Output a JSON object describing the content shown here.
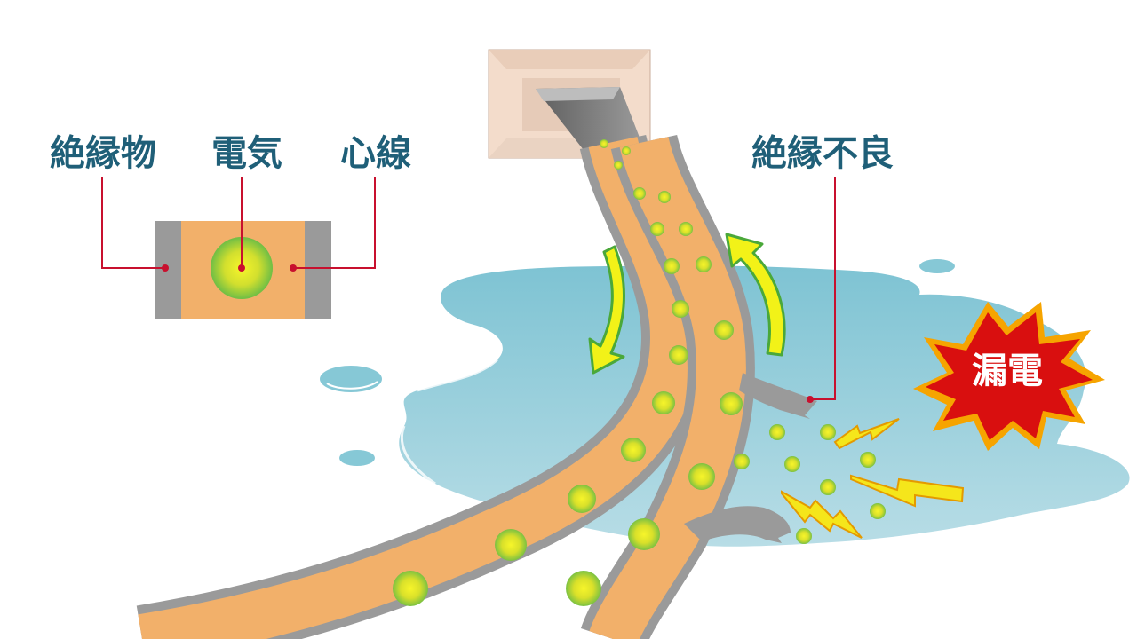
{
  "legend": {
    "insulator_label": "絶縁物",
    "electricity_label": "電気",
    "core_label": "心線"
  },
  "callouts": {
    "insulation_failure_label": "絶縁不良",
    "leakage_label": "漏電"
  },
  "colors": {
    "label_text": "#1f5f78",
    "leader_line": "#c8102e",
    "cable_sheath": "#9a9a9a",
    "cable_core": "#f2b06a",
    "water": "#86c8d6",
    "electron": "#e8e821",
    "arrow": "#f2f218",
    "burst": "#d90f0f",
    "burst_border": "#f6a400",
    "outlet": "#f3dccb",
    "plug": "#777777"
  }
}
